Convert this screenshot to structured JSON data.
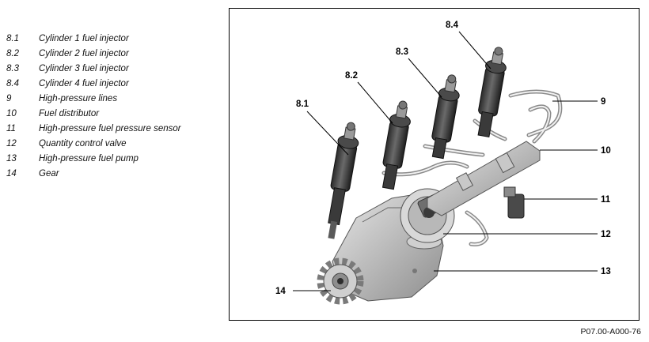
{
  "legend": [
    {
      "num": "8.1",
      "text": "Cylinder 1 fuel injector"
    },
    {
      "num": "8.2",
      "text": "Cylinder 2 fuel injector"
    },
    {
      "num": "8.3",
      "text": "Cylinder 3 fuel injector"
    },
    {
      "num": "8.4",
      "text": "Cylinder 4 fuel injector"
    },
    {
      "num": "9",
      "text": "High-pressure lines"
    },
    {
      "num": "10",
      "text": "Fuel distributor"
    },
    {
      "num": "11",
      "text": "High-pressure fuel pressure sensor"
    },
    {
      "num": "12",
      "text": "Quantity control valve"
    },
    {
      "num": "13",
      "text": "High-pressure fuel pump"
    },
    {
      "num": "14",
      "text": "Gear"
    }
  ],
  "callouts": {
    "c81": "8.1",
    "c82": "8.2",
    "c83": "8.3",
    "c84": "8.4",
    "c9": "9",
    "c10": "10",
    "c11": "11",
    "c12": "12",
    "c13": "13",
    "c14": "14"
  },
  "figure_code": "P07.00-A000-76"
}
